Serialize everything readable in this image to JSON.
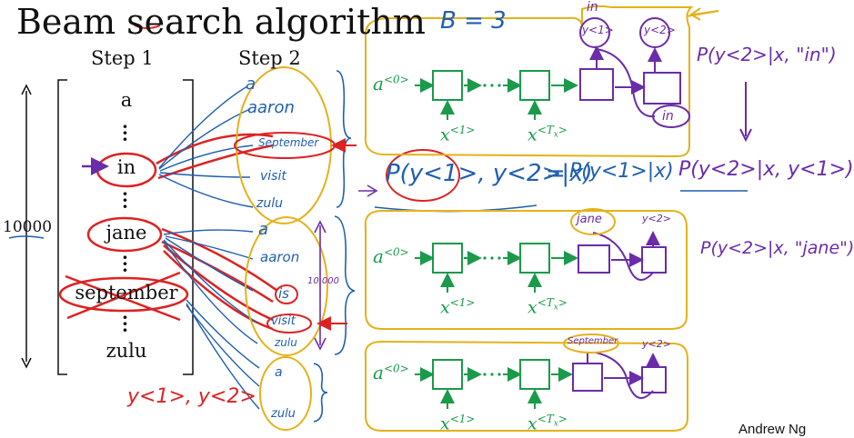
{
  "title": "Beam search algorithm",
  "beam_width_note": "B = 3",
  "step1_label": "Step 1",
  "step2_label": "Step 2",
  "vocab_size": "10000",
  "vocab": [
    "a",
    "in",
    "jane",
    "september",
    "zulu"
  ],
  "author": "Andrew Ng",
  "network": {
    "a0": "a",
    "a0_sup": "<0>",
    "x1": "x",
    "x1_sup": "<1>",
    "xT": "x",
    "xT_sup": "<T",
    "xT_sub": "x",
    "xT_close": ">"
  },
  "step2_lists": {
    "in_branch": [
      "a",
      "aaron",
      "September",
      "visit",
      "zulu"
    ],
    "jane_branch": [
      "a",
      "aaron",
      "is",
      "visit",
      "zulu"
    ],
    "sept_branch": [
      "a",
      "zulu"
    ]
  },
  "handwriting": {
    "in_word": "in",
    "y1": "y<1>",
    "y2": "y<2>",
    "in_circle": "in",
    "prob_in": "P(y<2>|x, \"in\")",
    "joint_prob": "P(y<1>, y<2>|x)",
    "equals": "=",
    "factor1": "P(y<1>|x)",
    "factor2": "P(y<2>|x, y<1>)",
    "jane_word": "jane",
    "prob_jane": "P(y<2>|x, \"jane\")",
    "sept_word": "September",
    "count_10000": "10,000",
    "bottom_note": "y<1>, y<2>"
  }
}
